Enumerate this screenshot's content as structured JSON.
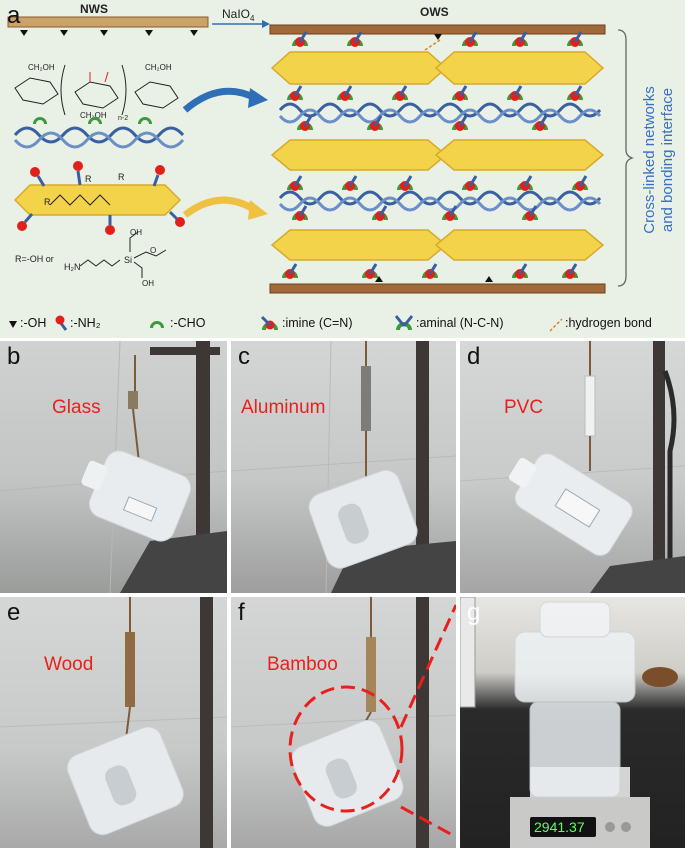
{
  "panel_a": {
    "label": "a",
    "nws_label": "NWS",
    "reagent": "NaIO",
    "reagent_sub": "4",
    "ows_label": "OWS",
    "side_label_line1": "Cross-linked networks",
    "side_label_line2": "and bonding interface",
    "chem_r_label": "R",
    "chem_r_def": "R=-OH or",
    "chem_amine": "H₂N",
    "chem_si": "Si",
    "chem_oh": "OH",
    "chem_o": "O",
    "chem_ch2oh": "CH₂OH",
    "chem_n": "n-2",
    "legend": {
      "oh": ":-OH",
      "nh2": ":-NH₂",
      "cho": ":-CHO",
      "imine": ":imine (C=N)",
      "aminal": ":aminal (N-C-N)",
      "hbond": ":hydrogen bond"
    },
    "colors": {
      "background": "#e9f1e6",
      "wood_bar": "#8b5a2b",
      "hexagon": "#f3d34a",
      "chain": "#3a5f9f",
      "amine_red": "#e0201b",
      "cho_green": "#3c9a3c",
      "arrow_blue": "#2f6fb8",
      "arrow_yellow": "#f0c043",
      "side_label": "#3a6fc1"
    }
  },
  "photos": [
    {
      "label": "b",
      "material": "Glass"
    },
    {
      "label": "c",
      "material": "Aluminum"
    },
    {
      "label": "d",
      "material": "PVC"
    },
    {
      "label": "e",
      "material": "Wood"
    },
    {
      "label": "f",
      "material": "Bamboo"
    },
    {
      "label": "g",
      "material": "",
      "scale_reading": "2941.37"
    }
  ],
  "label_color": "#e8201c"
}
